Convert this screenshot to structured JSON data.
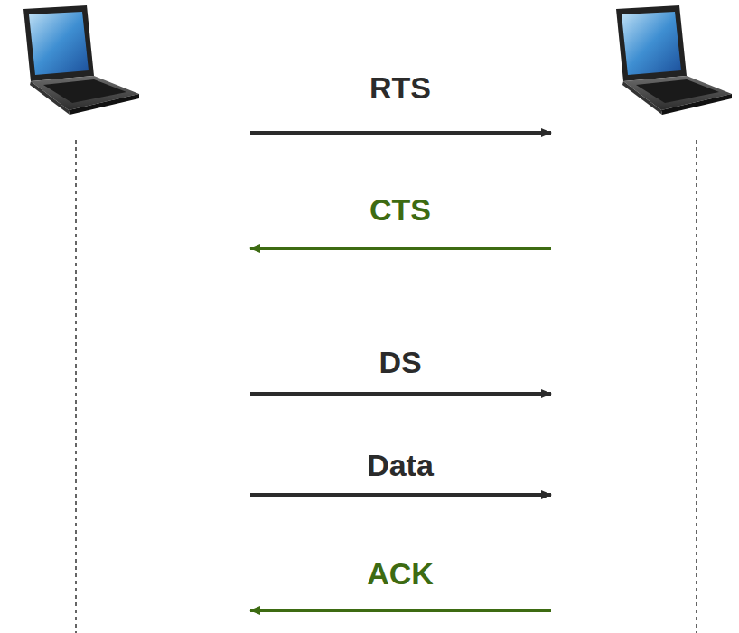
{
  "diagram": {
    "labels": [
      "RTS",
      "CTS",
      "DS",
      "Data",
      "ACK"
    ]
  }
}
